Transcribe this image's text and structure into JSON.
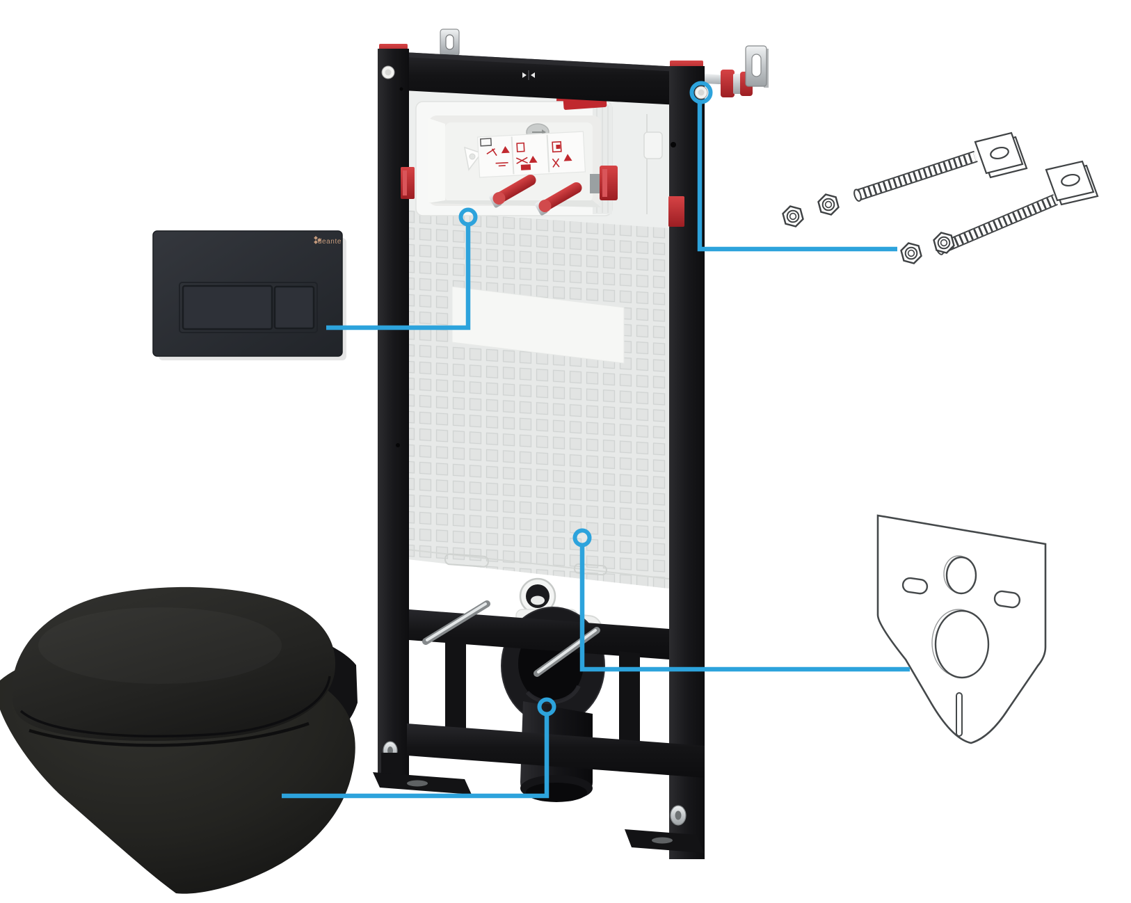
{
  "brand": {
    "logo_text": "deante"
  },
  "colors": {
    "background": "#ffffff",
    "accent_blue": "#2da3dc",
    "signal_red": "#c0282e",
    "signal_red_light": "#d9555a",
    "frame_black": "#17171a",
    "insulation_gray": "#e6e8e7",
    "ceramic_black": "#22221f",
    "plate_graphite": "#2b2e34",
    "logo_beige": "#c49a7c",
    "line_art_gray": "#3f4244"
  },
  "parts": [
    {
      "id": "flush-plate"
    },
    {
      "id": "installation-frame"
    },
    {
      "id": "concealed-cistern"
    },
    {
      "id": "inspection-opening"
    },
    {
      "id": "wall-mounting-hardware"
    },
    {
      "id": "sound-insulation-mat"
    },
    {
      "id": "wall-hung-toilet"
    }
  ]
}
